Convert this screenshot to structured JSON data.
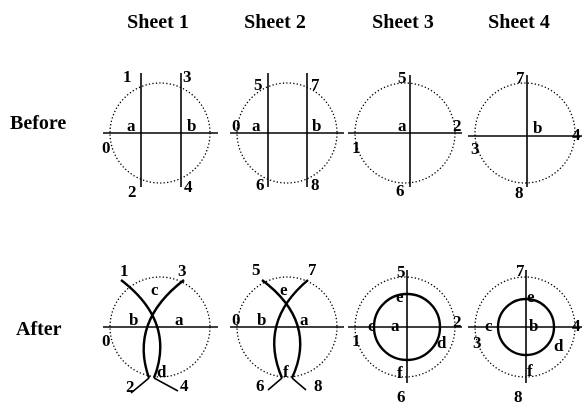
{
  "sheets": [
    "Sheet 1",
    "Sheet 2",
    "Sheet 3",
    "Sheet 4"
  ],
  "rows": [
    "Before",
    "After"
  ],
  "before": {
    "sheet1": {
      "left": "0",
      "a": "a",
      "b": "b",
      "top1": "1",
      "top2": "3",
      "bottom1": "2",
      "bottom2": "4"
    },
    "sheet2": {
      "left": "0",
      "a": "a",
      "b": "b",
      "top1": "5",
      "top2": "7",
      "bottom1": "6",
      "bottom2": "8"
    },
    "sheet3": {
      "top": "5",
      "bottom": "6",
      "left": "1",
      "right": "2",
      "a": "a"
    },
    "sheet4": {
      "top": "7",
      "bottom": "8",
      "left": "3",
      "right": "4",
      "b": "b"
    }
  },
  "after": {
    "sheet1": {
      "left": "0",
      "b": "b",
      "a": "a",
      "c": "c",
      "d": "d",
      "top1": "1",
      "top2": "3",
      "bottom1": "2",
      "bottom2": "4"
    },
    "sheet2": {
      "left": "0",
      "b": "b",
      "a": "a",
      "e": "e",
      "f": "f",
      "top1": "5",
      "top2": "7",
      "bottom1": "6",
      "bottom2": "8"
    },
    "sheet3": {
      "top": "5",
      "bottom": "6",
      "left": "1",
      "right": "2",
      "a": "a",
      "c": "c",
      "d": "d",
      "e": "e",
      "f": "f"
    },
    "sheet4": {
      "top": "7",
      "bottom": "8",
      "left": "3",
      "right": "4",
      "b": "b",
      "c": "c",
      "d": "d",
      "e": "e",
      "f": "f"
    }
  }
}
